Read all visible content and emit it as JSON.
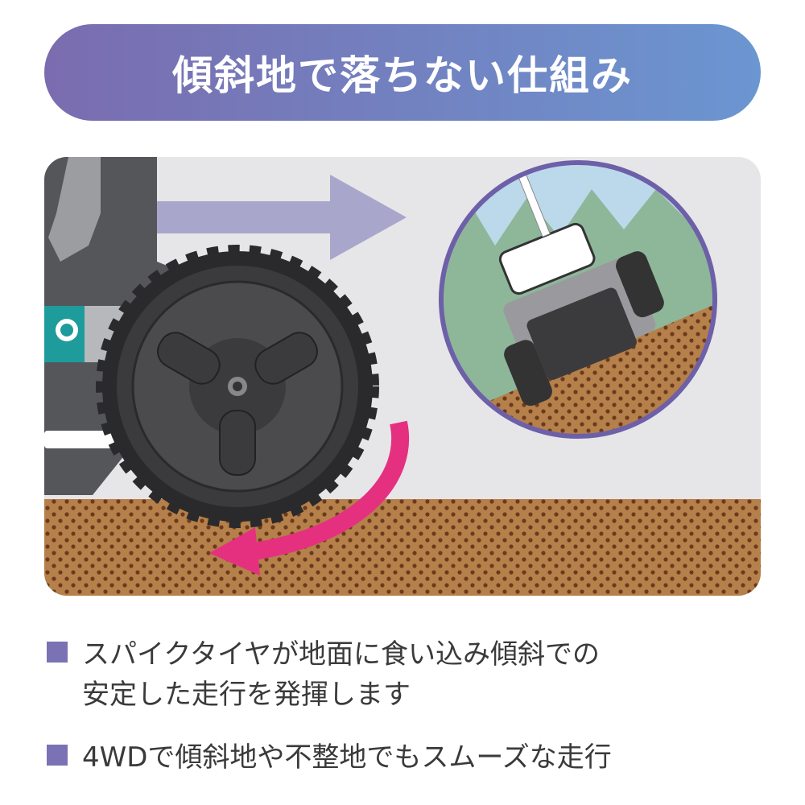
{
  "title": "傾斜地で落ちない仕組み",
  "colors": {
    "accent": "#7b72b5",
    "soil": "#b5804a",
    "arrow": "#e5307f"
  },
  "bullets": [
    {
      "line1": "スパイクタイヤが地面に食い込み傾斜での",
      "line2": "安定した走行を発揮します"
    },
    {
      "line1": "4WDで傾斜地や不整地でもスムーズな走行"
    }
  ]
}
